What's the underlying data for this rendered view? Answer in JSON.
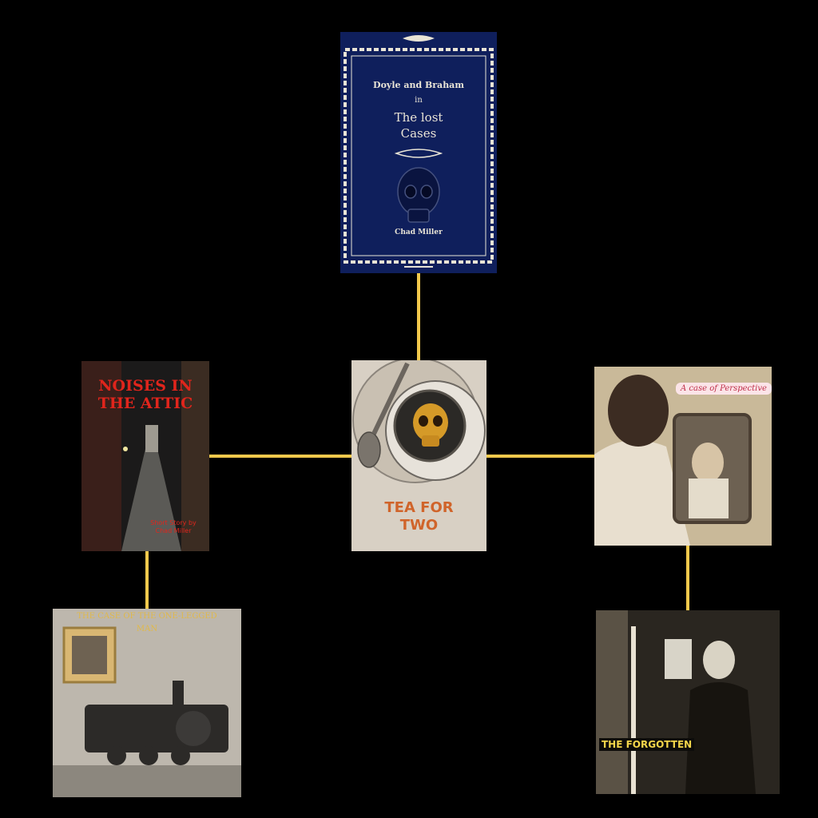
{
  "covers": {
    "lost_cases": {
      "line1": "Doyle and Braham",
      "line2": "in",
      "line3": "The lost",
      "line4": "Cases",
      "author": "Chad Miller"
    },
    "tea_for_two": {
      "title_line1": "TEA FOR",
      "title_line2": "TWO"
    },
    "noises_in_the_attic": {
      "title_line1": "NOISES IN",
      "title_line2": "THE ATTIC",
      "byline1": "Short Story by",
      "byline2": "Chad Miller"
    },
    "a_case_of_perspective": {
      "title": "A case of Perspective"
    },
    "one_legged_man": {
      "title_line1": "THE CASE OF THE ONE-LEGGED",
      "title_line2": "MAN"
    },
    "the_forgotten": {
      "title": "THE FORGOTTEN"
    }
  },
  "colors": {
    "connector": "#f2c94c",
    "background": "#000000"
  }
}
